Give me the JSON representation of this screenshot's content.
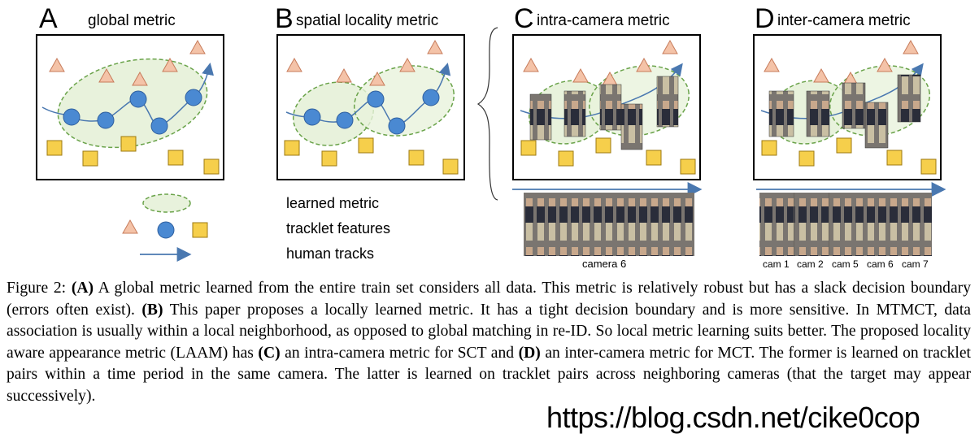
{
  "panels": [
    {
      "letter": "A",
      "title": "global metric"
    },
    {
      "letter": "B",
      "title": "spatial locality metric"
    },
    {
      "letter": "C",
      "title": "intra-camera metric"
    },
    {
      "letter": "D",
      "title": "inter-camera metric"
    }
  ],
  "legend": {
    "learned_metric": "learned metric",
    "tracklet_features": "tracklet features",
    "human_tracks": "human tracks"
  },
  "camera_labels": {
    "c_strip": "camera 6",
    "d_strip": [
      "cam 1",
      "cam 2",
      "cam 5",
      "cam 6",
      "cam 7"
    ]
  },
  "caption": {
    "prefix": "Figure 2: ",
    "A": "(A)",
    "A_text": " A global metric learned from the entire train set considers all data.  This metric is relatively robust but has a slack decision boundary (errors often exist). ",
    "B": "(B)",
    "B_text": " This paper proposes a locally learned metric. It has a tight decision boundary and is more sensitive. In MTMCT, data association is usually within a local neighborhood, as opposed to global matching in re-ID. So local metric learning suits better. The proposed locality aware appearance metric (LAAM) has ",
    "C": "(C)",
    "C_text": " an intra-camera metric for SCT and ",
    "D": "(D)",
    "D_text": " an inter-camera metric for MCT. The former is learned on tracklet pairs within a time period in the same camera. The latter is learned on tracklet pairs across neighboring cameras (that the target may appear successively)."
  },
  "watermark": "https://blog.csdn.net/cike0cop",
  "colors": {
    "triangle_fill": "#f4c3a8",
    "triangle_stroke": "#c77b5a",
    "circle_fill": "#4a89d2",
    "circle_stroke": "#2f5f9e",
    "square_fill": "#f6cf4b",
    "square_stroke": "#9c7a10",
    "ellipse_fill": "#e8f2dc",
    "ellipse_stroke": "#6aa34a",
    "track_line": "#4a78b0"
  }
}
